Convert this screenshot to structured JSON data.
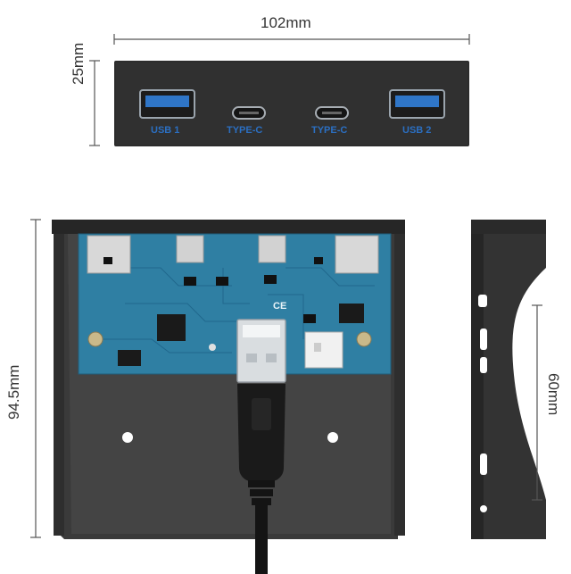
{
  "dimensions": {
    "width": "102mm",
    "height_front": "25mm",
    "height_panel": "94.5mm",
    "depth_side": "60mm"
  },
  "ports": [
    {
      "label": "USB 1"
    },
    {
      "label": "TYPE-C"
    },
    {
      "label": "TYPE-C"
    },
    {
      "label": "USB 2"
    }
  ],
  "board_marks": {
    "ce": "CE"
  },
  "colors": {
    "panel": "#2a2a2a",
    "pcb": "#2f7fa3",
    "usb_blue": "#2f76c8",
    "label_blue": "#2b6fc2",
    "cable": "#151515"
  }
}
